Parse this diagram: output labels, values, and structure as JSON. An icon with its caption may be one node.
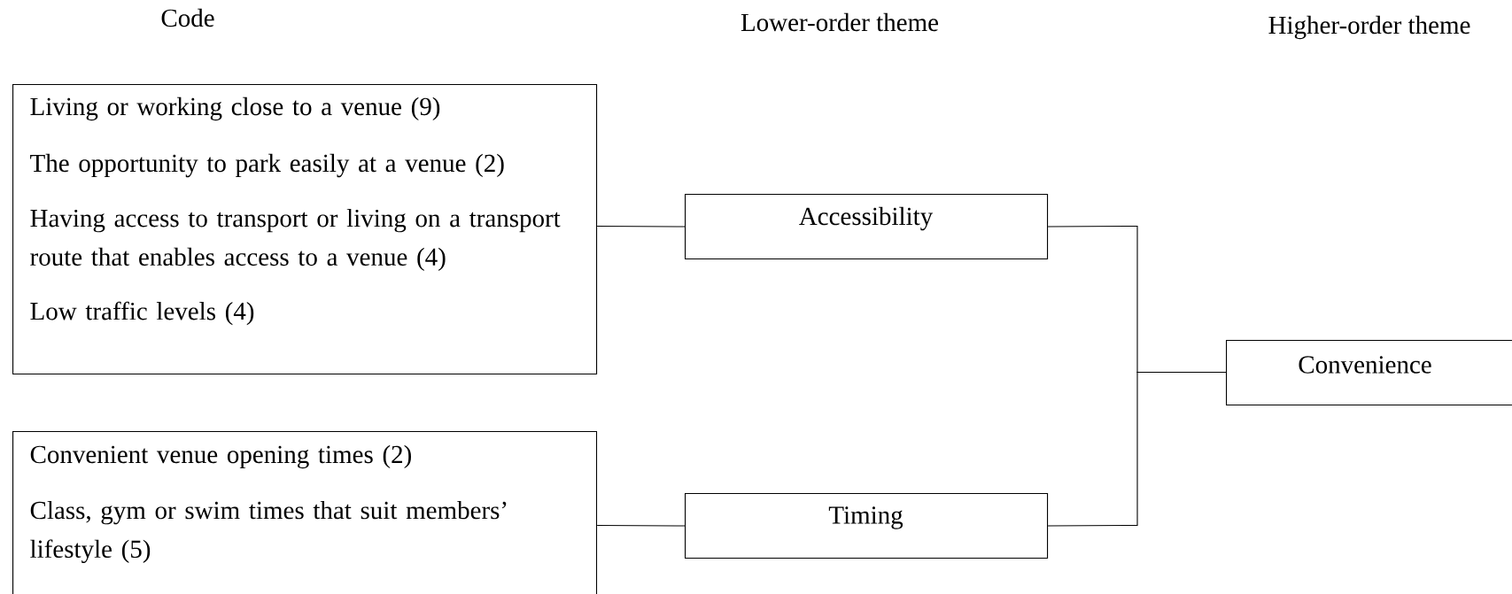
{
  "diagram": {
    "nodes": [
      {
        "text": [
          "Living or working close to a venue (9)",
          "The opportunity to park easily at a venue (2)",
          "Having access to transport or living on a transport route that enables access to a venue (4)",
          "Low traffic levels (4)"
        ]
      },
      {
        "text": [
          "Convenient venue opening times (2)",
          "Class, gym or swim times that suit members’ lifestyle (5)"
        ]
      },
      {
        "text": [
          "Accessibility"
        ]
      },
      {
        "text": [
          "Timing"
        ]
      },
      {
        "text": [
          "Convenience"
        ]
      }
    ],
    "edges": [
      {
        "from": 0,
        "to": 2,
        "arrow": "none"
      },
      {
        "from": 1,
        "to": 3,
        "arrow": "none"
      },
      {
        "from": 2,
        "to": 4,
        "arrow": "none"
      },
      {
        "from": 3,
        "to": 4,
        "arrow": "none"
      }
    ],
    "labels": [
      "Code",
      "Lower-order theme",
      "Higher-order theme"
    ]
  }
}
